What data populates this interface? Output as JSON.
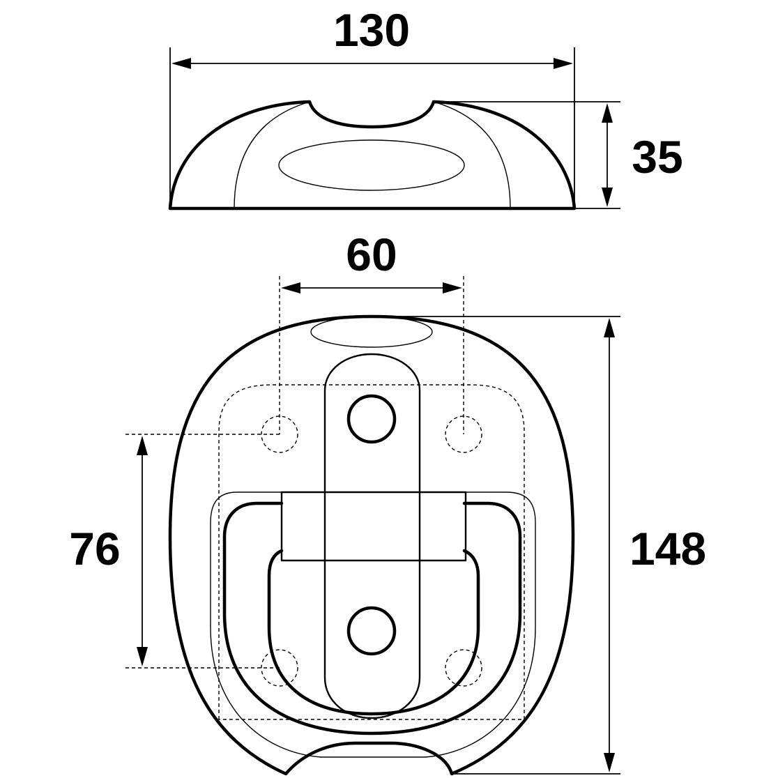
{
  "diagram": {
    "dimensions": {
      "width_top": "130",
      "height_top": "35",
      "hole_spacing_horizontal": "60",
      "hole_spacing_vertical": "76",
      "length_plan": "148"
    },
    "colors": {
      "line": "#000000",
      "background": "#ffffff"
    }
  }
}
